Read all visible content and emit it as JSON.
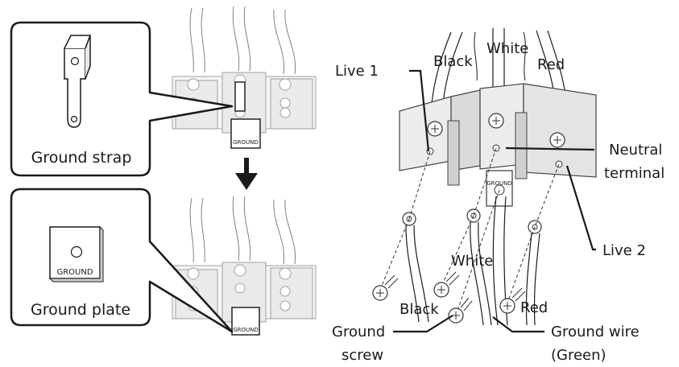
{
  "left_panel": {
    "callout_top_label": "Ground strap",
    "callout_bottom_label": "Ground plate",
    "plate_text": "GROUND",
    "block_tag_top": "GROUND",
    "block_tag_bottom": "GROUND",
    "arrow_icon": "arrow-down-icon"
  },
  "right_panel": {
    "wire_black_top": "Black",
    "wire_white_top": "White",
    "wire_red_top": "Red",
    "live1": "Live 1",
    "neutral_line1": "Neutral",
    "neutral_line2": "terminal",
    "live2": "Live 2",
    "wire_white_mid": "White",
    "wire_black_bottom": "Black",
    "wire_red_bottom": "Red",
    "ground_screw_line1": "Ground",
    "ground_screw_line2": "screw",
    "ground_wire_line1": "Ground wire",
    "ground_wire_line2": "(Green)",
    "block_tag": "GROUND"
  }
}
